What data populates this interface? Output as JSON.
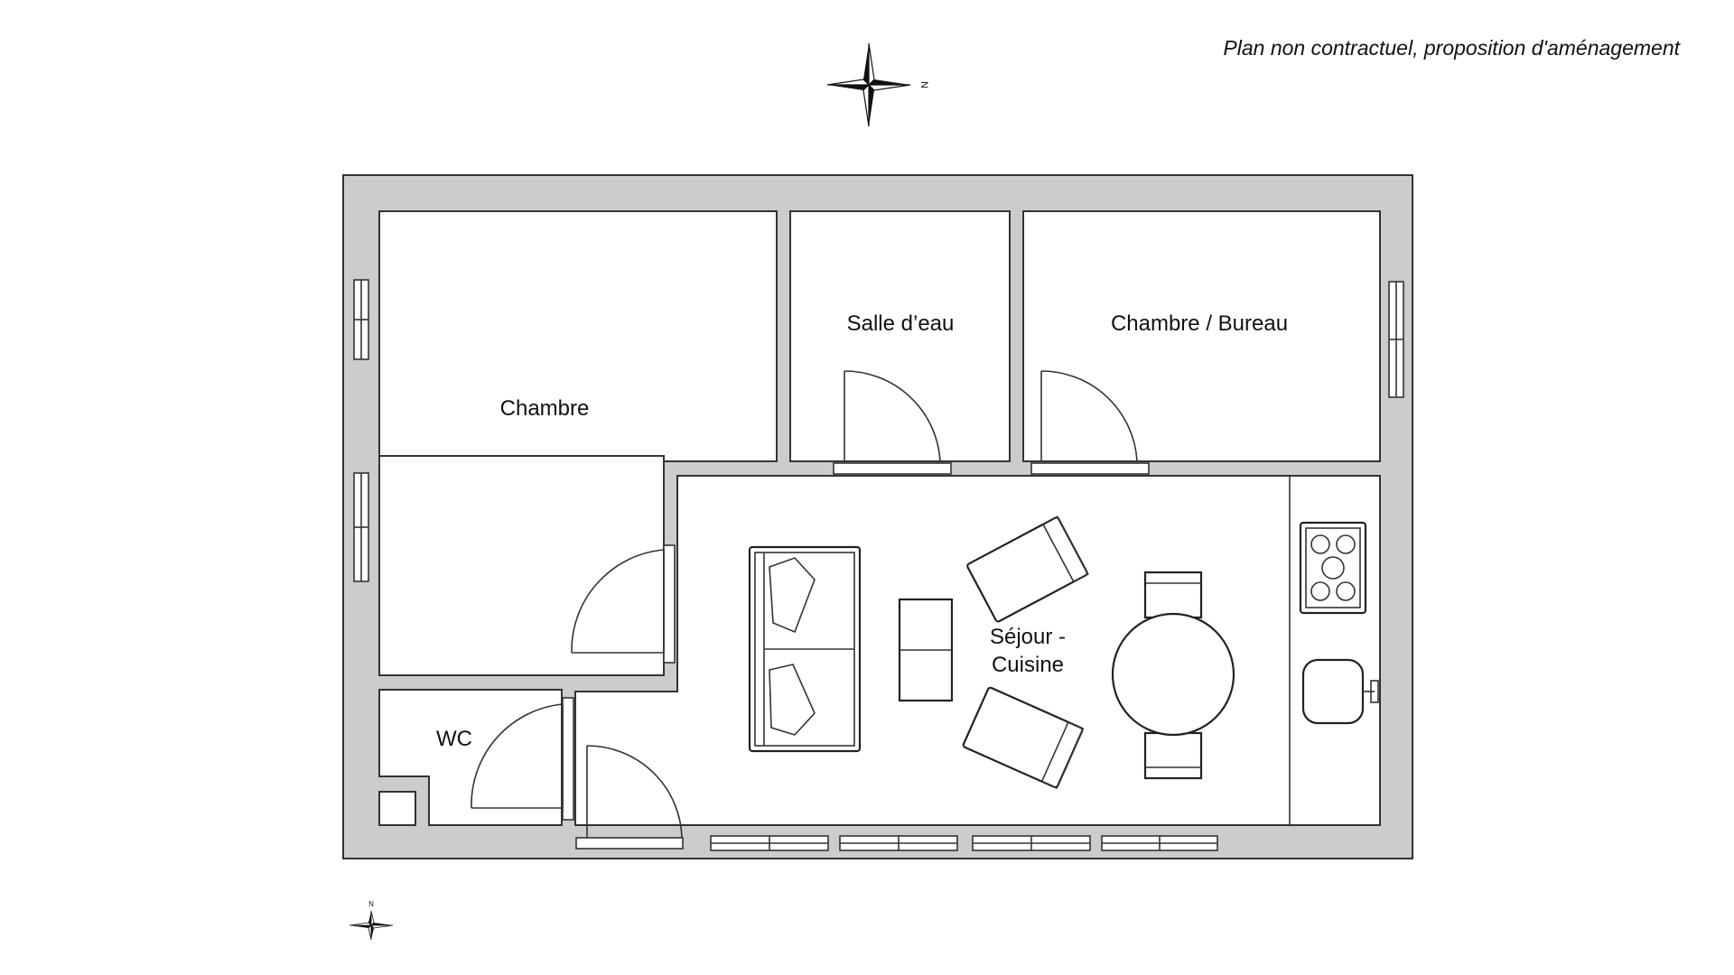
{
  "disclaimer": "Plan non contractuel, proposition d'aménagement",
  "compass_main": {
    "label": "N"
  },
  "compass_small": {
    "label": "N"
  },
  "rooms": {
    "chambre": "Chambre",
    "salle_eau": "Salle d’eau",
    "chambre_bureau": "Chambre / Bureau",
    "sejour_line1": "Séjour -",
    "sejour_line2": "Cuisine",
    "wc": "WC"
  },
  "colors": {
    "wall_fill": "#cccccc",
    "outline": "#333333",
    "background": "#ffffff"
  }
}
